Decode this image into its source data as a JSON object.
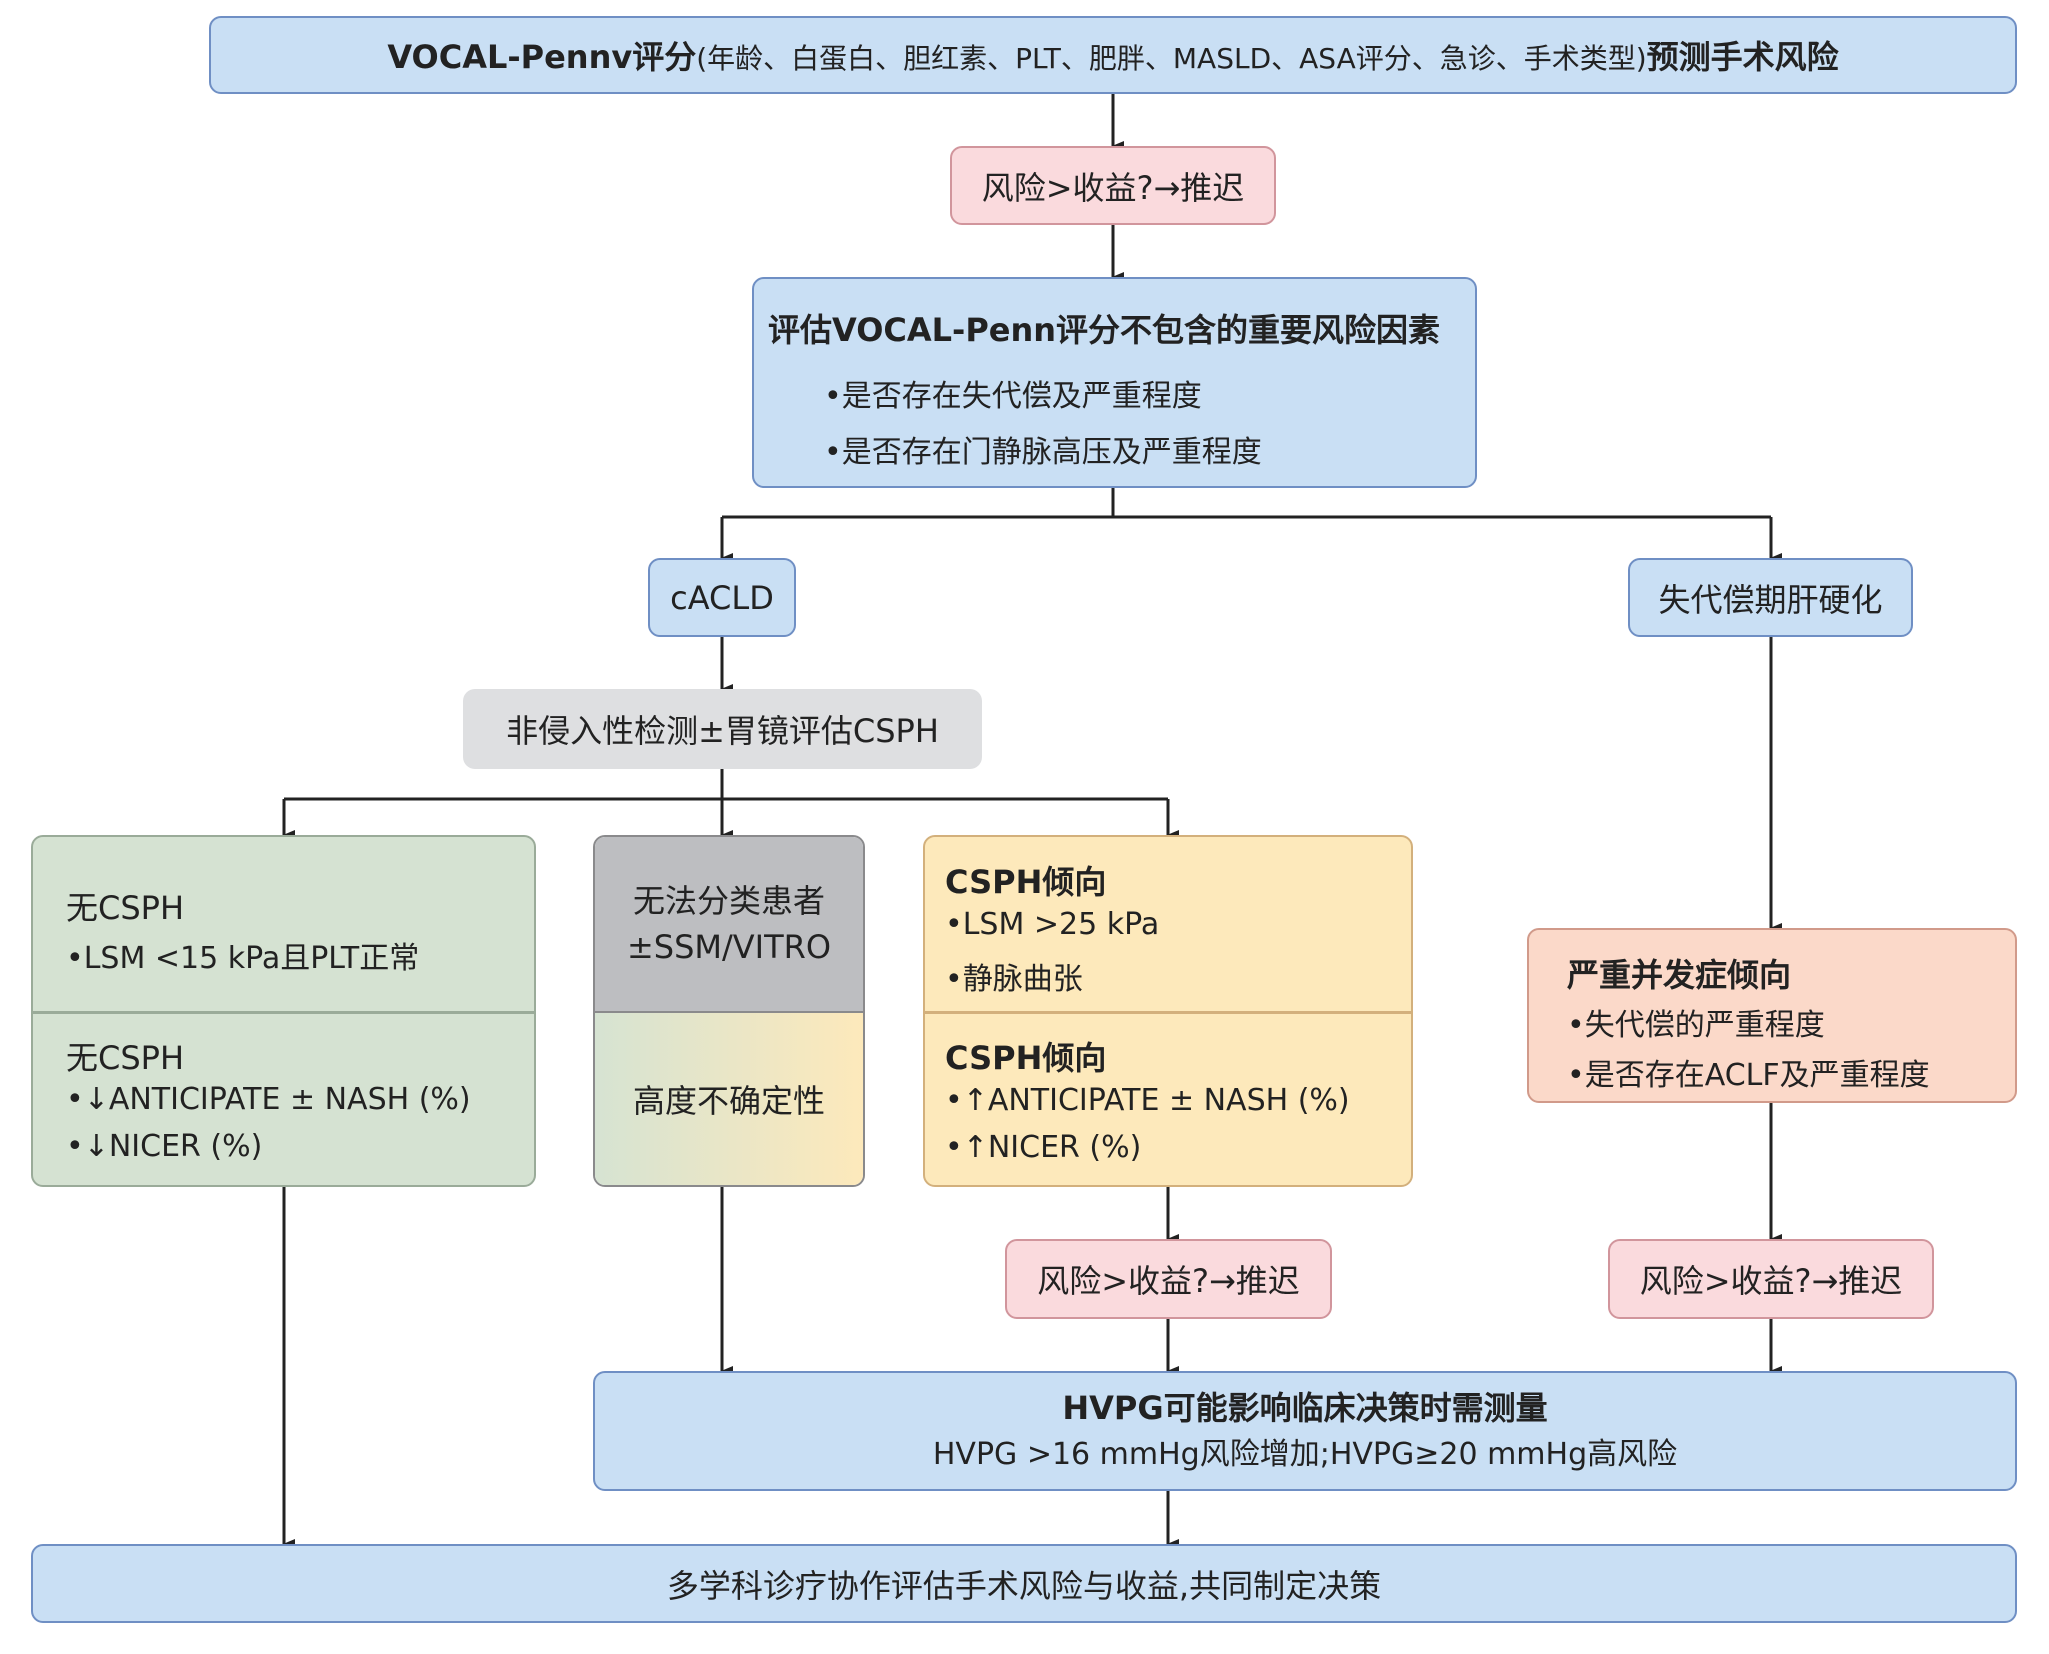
{
  "diagram": {
    "top": {
      "prefix": "VOCAL-Pennv评分",
      "params": "(年龄、白蛋白、胆红素、PLT、肥胖、MASLD、ASA评分、急诊、手术类型)",
      "suffix": "预测手术风险"
    },
    "delay_label": "风险>收益?→推迟",
    "risk_factors": {
      "title": "评估VOCAL-Penn评分不包含的重要风险因素",
      "items": [
        "•是否存在失代偿及严重程度",
        "•是否存在门静脉高压及严重程度"
      ]
    },
    "cacld": "cACLD",
    "decompensated": "失代偿期肝硬化",
    "nit": "非侵入性检测±胃镜评估CSPH",
    "no_csph": {
      "top_title": "无CSPH",
      "top_items": [
        "•LSM <15 kPa且PLT正常"
      ],
      "bottom_title": "无CSPH",
      "bottom_items": [
        "•↓ANTICIPATE ± NASH (%)",
        "•↓NICER (%)"
      ]
    },
    "unclassified": {
      "top_lines": [
        "无法分类患者",
        "±SSM/VITRO"
      ],
      "bottom": "高度不确定性"
    },
    "csph": {
      "top_title": "CSPH倾向",
      "top_items": [
        "•LSM >25 kPa",
        "•静脉曲张"
      ],
      "bottom_title": "CSPH倾向",
      "bottom_items": [
        "•↑ANTICIPATE ± NASH (%)",
        "•↑NICER (%)"
      ]
    },
    "severe": {
      "title": "严重并发症倾向",
      "items": [
        "•失代偿的严重程度",
        "•是否存在ACLF及严重程度"
      ]
    },
    "hvpg": {
      "title": "HVPG可能影响临床决策时需测量",
      "subtitle": "HVPG >16 mmHg风险增加;HVPG≥20 mmHg高风险"
    },
    "final": "多学科诊疗协作评估手术风险与收益,共同制定决策"
  },
  "colors": {
    "blue_fill": "#c9dff4",
    "pink_fill": "#fadadd",
    "green_fill": "#d5e2d2",
    "grey_fill": "#bdbec1",
    "yellow_fill": "#fde9bb",
    "salmon_fill": "#fbd9c9",
    "line": "#222222"
  }
}
